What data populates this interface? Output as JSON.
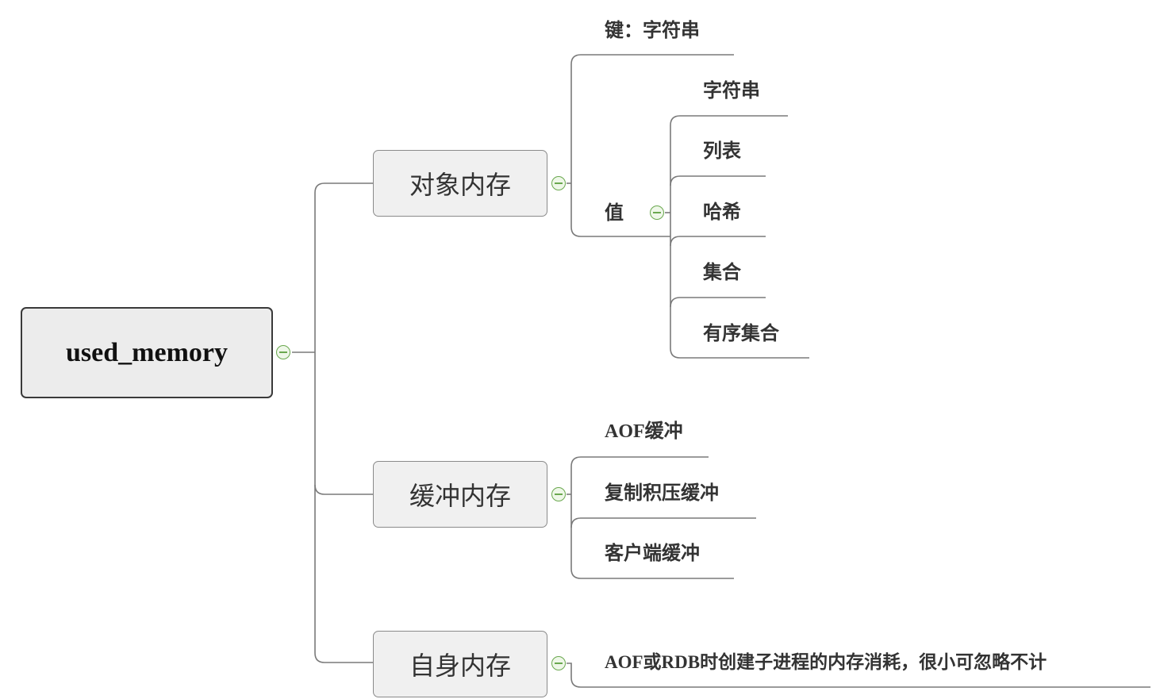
{
  "root": {
    "label": "used_memory"
  },
  "branches": [
    {
      "label": "对象内存"
    },
    {
      "label": "缓冲内存"
    },
    {
      "label": "自身内存"
    }
  ],
  "object_memory": {
    "key_label": "键：字符串",
    "value_label": "值",
    "value_types": [
      "字符串",
      "列表",
      "哈希",
      "集合",
      "有序集合"
    ]
  },
  "buffer_memory": {
    "items": [
      "AOF缓冲",
      "复制积压缓冲",
      "客户端缓冲"
    ]
  },
  "self_memory": {
    "items": [
      "AOF或RDB时创建子进程的内存消耗，很小可忽略不计"
    ]
  }
}
